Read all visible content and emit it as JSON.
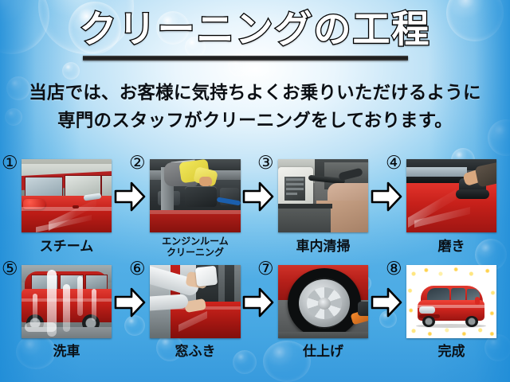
{
  "poster": {
    "title": "クリーニングの工程",
    "subtitle_lines": [
      "当店では、お客様に気持ちよくお乗りいただけるように",
      "専門のスタッフがクリーニングをしております。"
    ],
    "theme": {
      "background_blue": "#3f9fe0",
      "background_light": "#eaf6fd",
      "title_fill": "#ffffff",
      "title_outline": "#000000",
      "text_color": "#0a1016",
      "arrow_fill": "#ffffff",
      "arrow_outline": "#000000"
    }
  },
  "steps": [
    {
      "number": "①",
      "label": "スチーム",
      "label_lines": [
        "スチーム"
      ],
      "photo": "steam-spray-on-red-car"
    },
    {
      "number": "②",
      "label": "エンジンルームクリーニング",
      "label_lines": [
        "エンジンルーム",
        "クリーニング"
      ],
      "photo": "engine-room-cleaning"
    },
    {
      "number": "③",
      "label": "車内清掃",
      "label_lines": [
        "車内清掃"
      ],
      "photo": "interior-vacuuming"
    },
    {
      "number": "④",
      "label": "磨き",
      "label_lines": [
        "磨き"
      ],
      "photo": "polishing-red-body"
    },
    {
      "number": "⑤",
      "label": "洗車",
      "label_lines": [
        "洗車"
      ],
      "photo": "foam-car-wash"
    },
    {
      "number": "⑥",
      "label": "窓ふき",
      "label_lines": [
        "窓ふき"
      ],
      "photo": "window-wiping"
    },
    {
      "number": "⑦",
      "label": "仕上げ",
      "label_lines": [
        "仕上げ"
      ],
      "photo": "wheel-finishing"
    },
    {
      "number": "⑧",
      "label": "完成",
      "label_lines": [
        "完成"
      ],
      "photo": "finished-red-kei-car"
    }
  ],
  "arrows": [
    {
      "name": "arrow-1-to-2"
    },
    {
      "name": "arrow-2-to-3"
    },
    {
      "name": "arrow-3-to-4"
    },
    {
      "name": "arrow-5-to-6"
    },
    {
      "name": "arrow-6-to-7"
    },
    {
      "name": "arrow-7-to-8"
    }
  ]
}
